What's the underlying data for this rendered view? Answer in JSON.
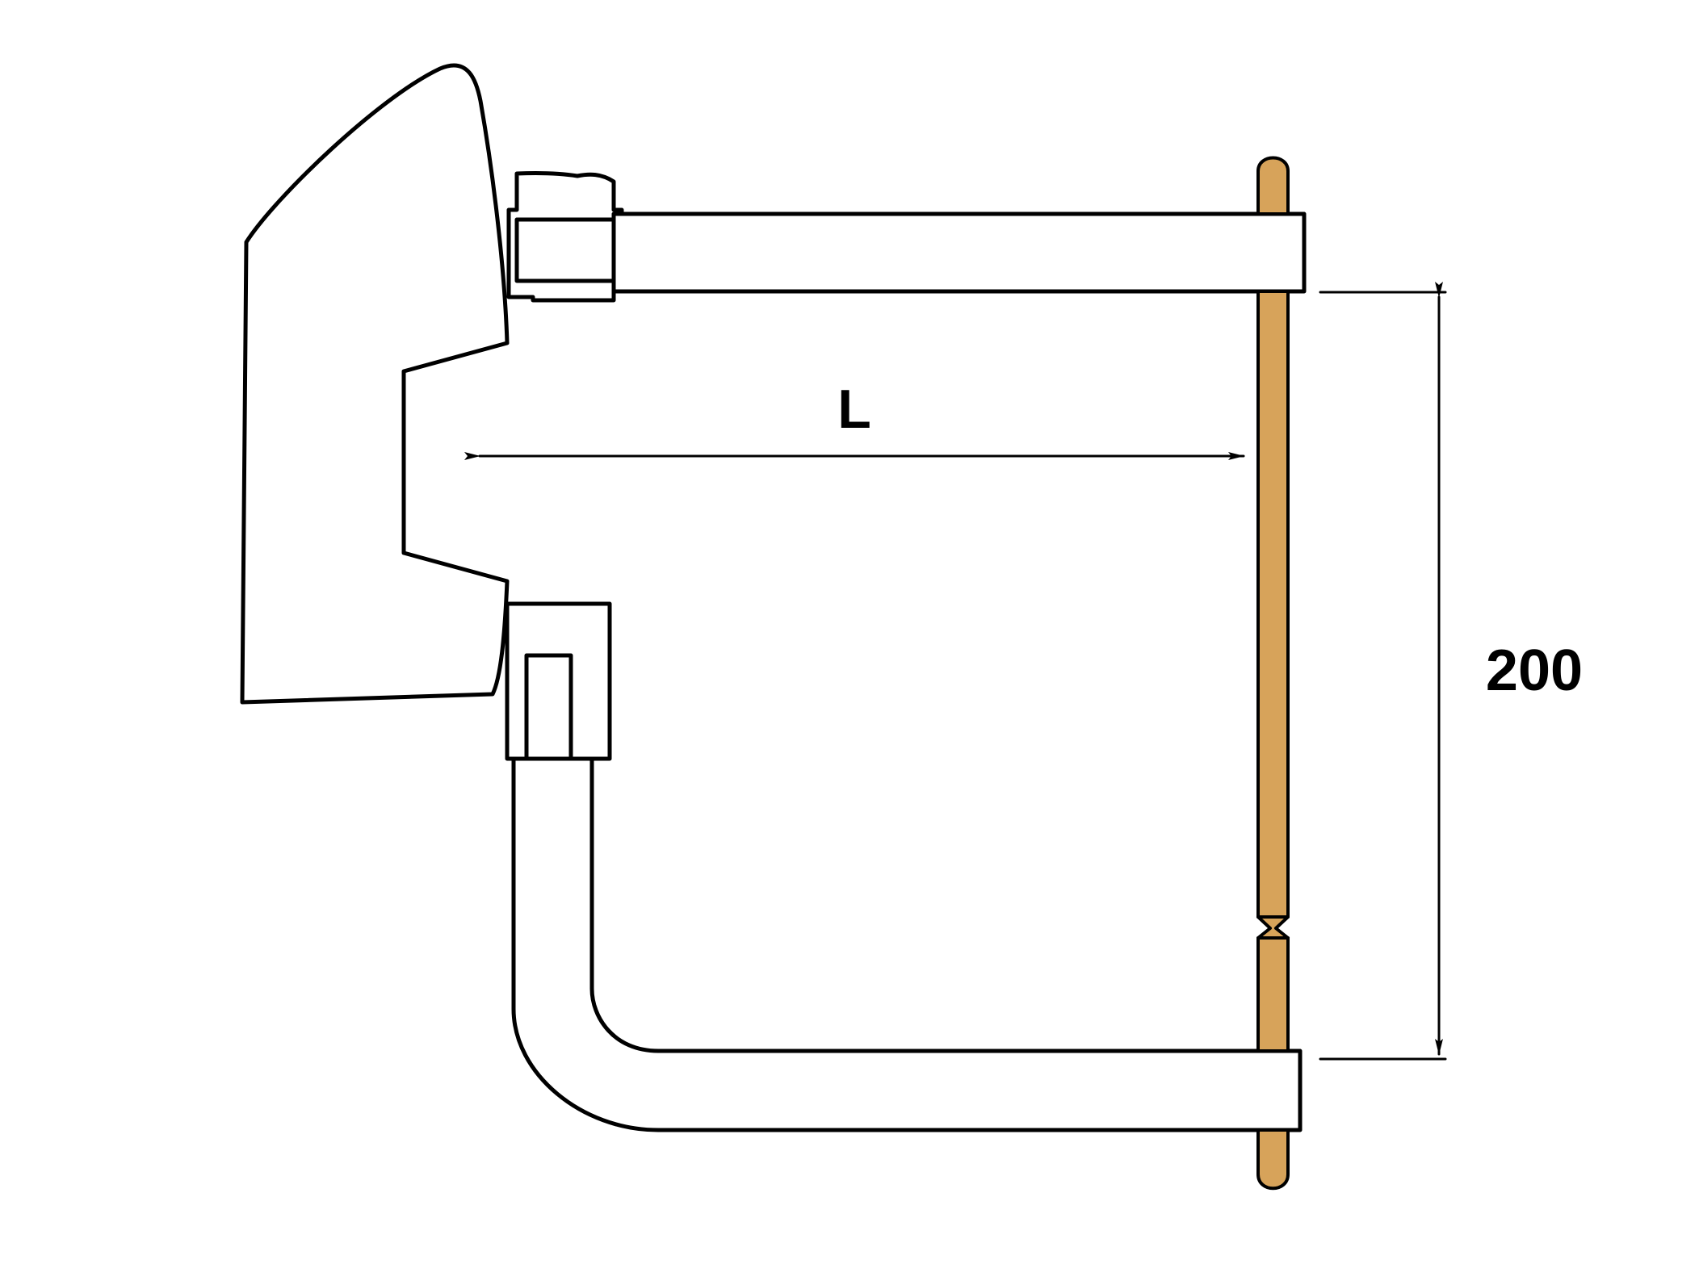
{
  "dimensions": {
    "length_label": "L",
    "height_label": "200"
  },
  "colors": {
    "line": "#000000",
    "background": "#ffffff",
    "electrode": "#d7a35a"
  },
  "icons": {
    "arrowhead": "filled-arrowhead"
  }
}
